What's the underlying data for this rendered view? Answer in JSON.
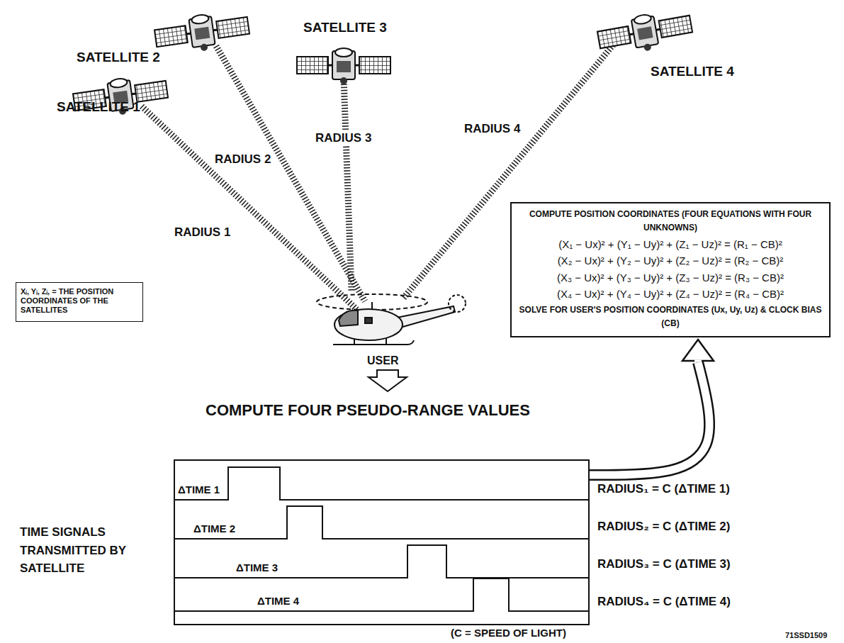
{
  "diagram": {
    "nodes": [
      {
        "text": [
          "Xᵢ, Yᵢ, Zᵢ, = THE POSITION COORDINATES OF THE SATELLITES"
        ]
      },
      {
        "text": [
          "COMPUTE POSITION COORDINATES (FOUR EQUATIONS WITH FOUR UNKNOWNS)",
          "(X₁ − Ux)² + (Y₁ − Uy)² + (Z₁ − Uz)² = (R₁ − CB)²",
          "(X₂ − Ux)² + (Y₂ − Uy)² + (Z₂ − Uz)² = (R₂ − CB)²",
          "(X₃ − Ux)² + (Y₃ − Uy)² + (Z₃ − Uz)² = (R₃ − CB)²",
          "(X₄ − Ux)² + (Y₄ − Uy)² + (Z₄ − Uz)² = (R₄ − CB)²",
          "SOLVE FOR USER'S POSITION COORDINATES (Ux, Uy, Uz) & CLOCK BIAS (CB)"
        ]
      },
      {
        "text": [
          "ΔTIME 1",
          "ΔTIME 2",
          "ΔTIME 3",
          "ΔTIME 4"
        ]
      }
    ],
    "edges": [
      {
        "from": 2,
        "to": 1,
        "arrow": "to"
      }
    ],
    "labels": [
      "SATELLITE 2",
      "SATELLITE 3",
      "SATELLITE 1",
      "SATELLITE 4",
      "RADIUS 3",
      "RADIUS 4",
      "RADIUS 2",
      "RADIUS 1",
      "USER",
      "COMPUTE FOUR PSEUDO-RANGE VALUES",
      "TIME SIGNALS TRANSMITTED BY SATELLITE",
      "RADIUS₁ = C (ΔTIME 1)",
      "RADIUS₂ = C (ΔTIME 2)",
      "RADIUS₃ = C (ΔTIME 3)",
      "RADIUS₄ = C (ΔTIME 4)",
      "(C = SPEED OF LIGHT)",
      "71SSD1509"
    ]
  }
}
